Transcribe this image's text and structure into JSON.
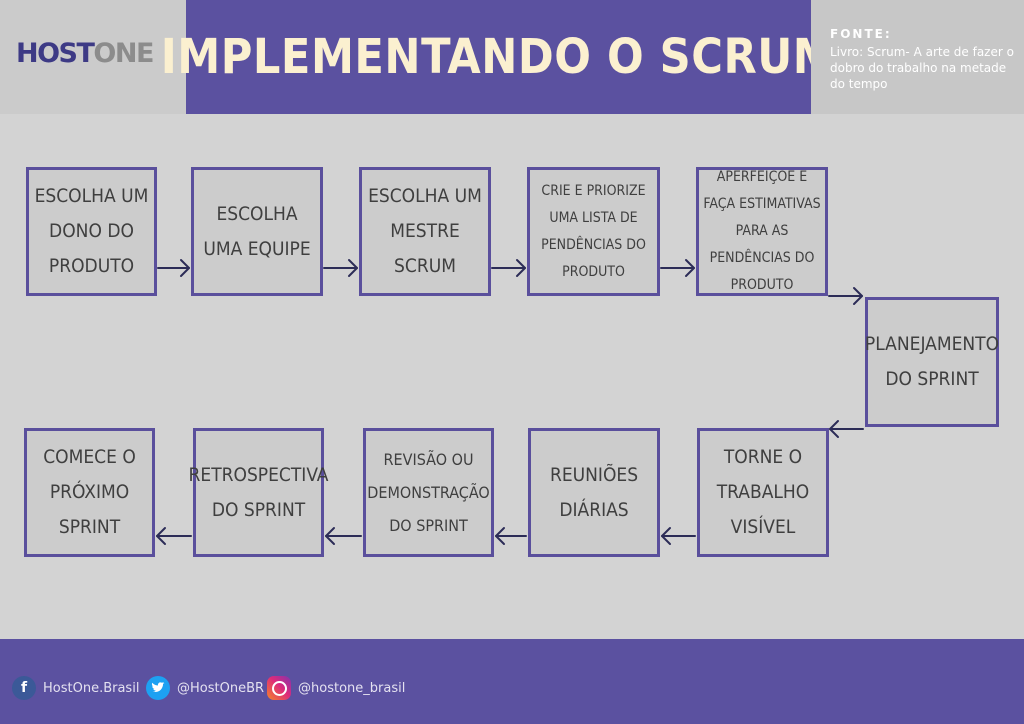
{
  "header": {
    "logo_part1": "HOST",
    "logo_part2": "ONE",
    "title": "IMPLEMENTANDO O SCRUM",
    "fonte_label": "FONTE:",
    "fonte_text": "Livro: Scrum- A arte de fazer o dobro do trabalho na metade do tempo"
  },
  "steps": [
    "Escolha um dono do produto",
    "Escolha uma equipe",
    "Escolha um mestre scrum",
    "Crie e priorize uma lista de pendências do produto",
    "Aperfeiçoe e faça estimativas para as pendências do produto",
    "Planejamento do sprint",
    "Torne o trabalho visível",
    "Reuniões diárias",
    "Revisão ou demonstração do sprint",
    "Retrospectiva do sprint",
    "Comece o próximo sprint"
  ],
  "colors": {
    "accent": "#5b51a0",
    "box_border": "#5a4f9c",
    "title_text": "#fbf0d0",
    "background": "#d3d3d3"
  },
  "footer": {
    "facebook_icon": "facebook-icon",
    "facebook": "HostOne.Brasil",
    "twitter_icon": "twitter-icon",
    "twitter": "@HostOneBR",
    "instagram_icon": "instagram-icon",
    "instagram": "@hostone_brasil"
  }
}
